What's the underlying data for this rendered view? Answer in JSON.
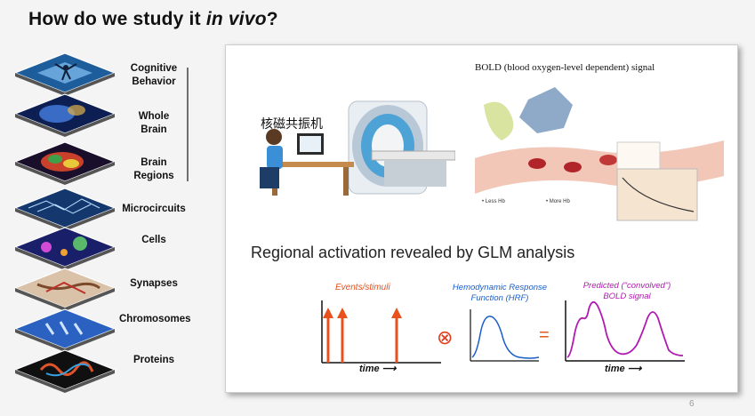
{
  "slide": {
    "title_prefix": "How do we study it ",
    "title_italic": "in vivo",
    "title_suffix": "?",
    "page_number": "6"
  },
  "levels": [
    {
      "label_line1": "Cognitive",
      "label_line2": "Behavior",
      "color": "#2a6fb0"
    },
    {
      "label_line1": "Whole",
      "label_line2": "Brain",
      "color": "#2c59a8"
    },
    {
      "label_line1": "Brain",
      "label_line2": "Regions",
      "color": "#b83a2a"
    },
    {
      "label_line1": "Microcircuits",
      "label_line2": "",
      "color": "#3d7fc4"
    },
    {
      "label_line1": "Cells",
      "label_line2": "",
      "color": "#6a5bd0"
    },
    {
      "label_line1": "Synapses",
      "label_line2": "",
      "color": "#c9a27a"
    },
    {
      "label_line1": "Chromosomes",
      "label_line2": "",
      "color": "#2d64c0"
    },
    {
      "label_line1": "Proteins",
      "label_line2": "",
      "color": "#b6472e"
    }
  ],
  "mri": {
    "label": "核磁共振机"
  },
  "bold": {
    "title": "BOLD (blood oxygen-level dependent) signal"
  },
  "glm": {
    "heading": "Regional activation revealed by GLM analysis",
    "events_label": "Events/stimuli",
    "hrf_label_line1": "Hemodynamic Response",
    "hrf_label_line2": "Function (HRF)",
    "pred_label_line1": "Predicted (\"convolved\")",
    "pred_label_line2": "BOLD signal",
    "time_label": "time",
    "convolve_symbol": "⊗",
    "equals_symbol": "="
  },
  "colors": {
    "events": "#e8501e",
    "hrf": "#1b5ec9",
    "predicted": "#b01ab0"
  }
}
